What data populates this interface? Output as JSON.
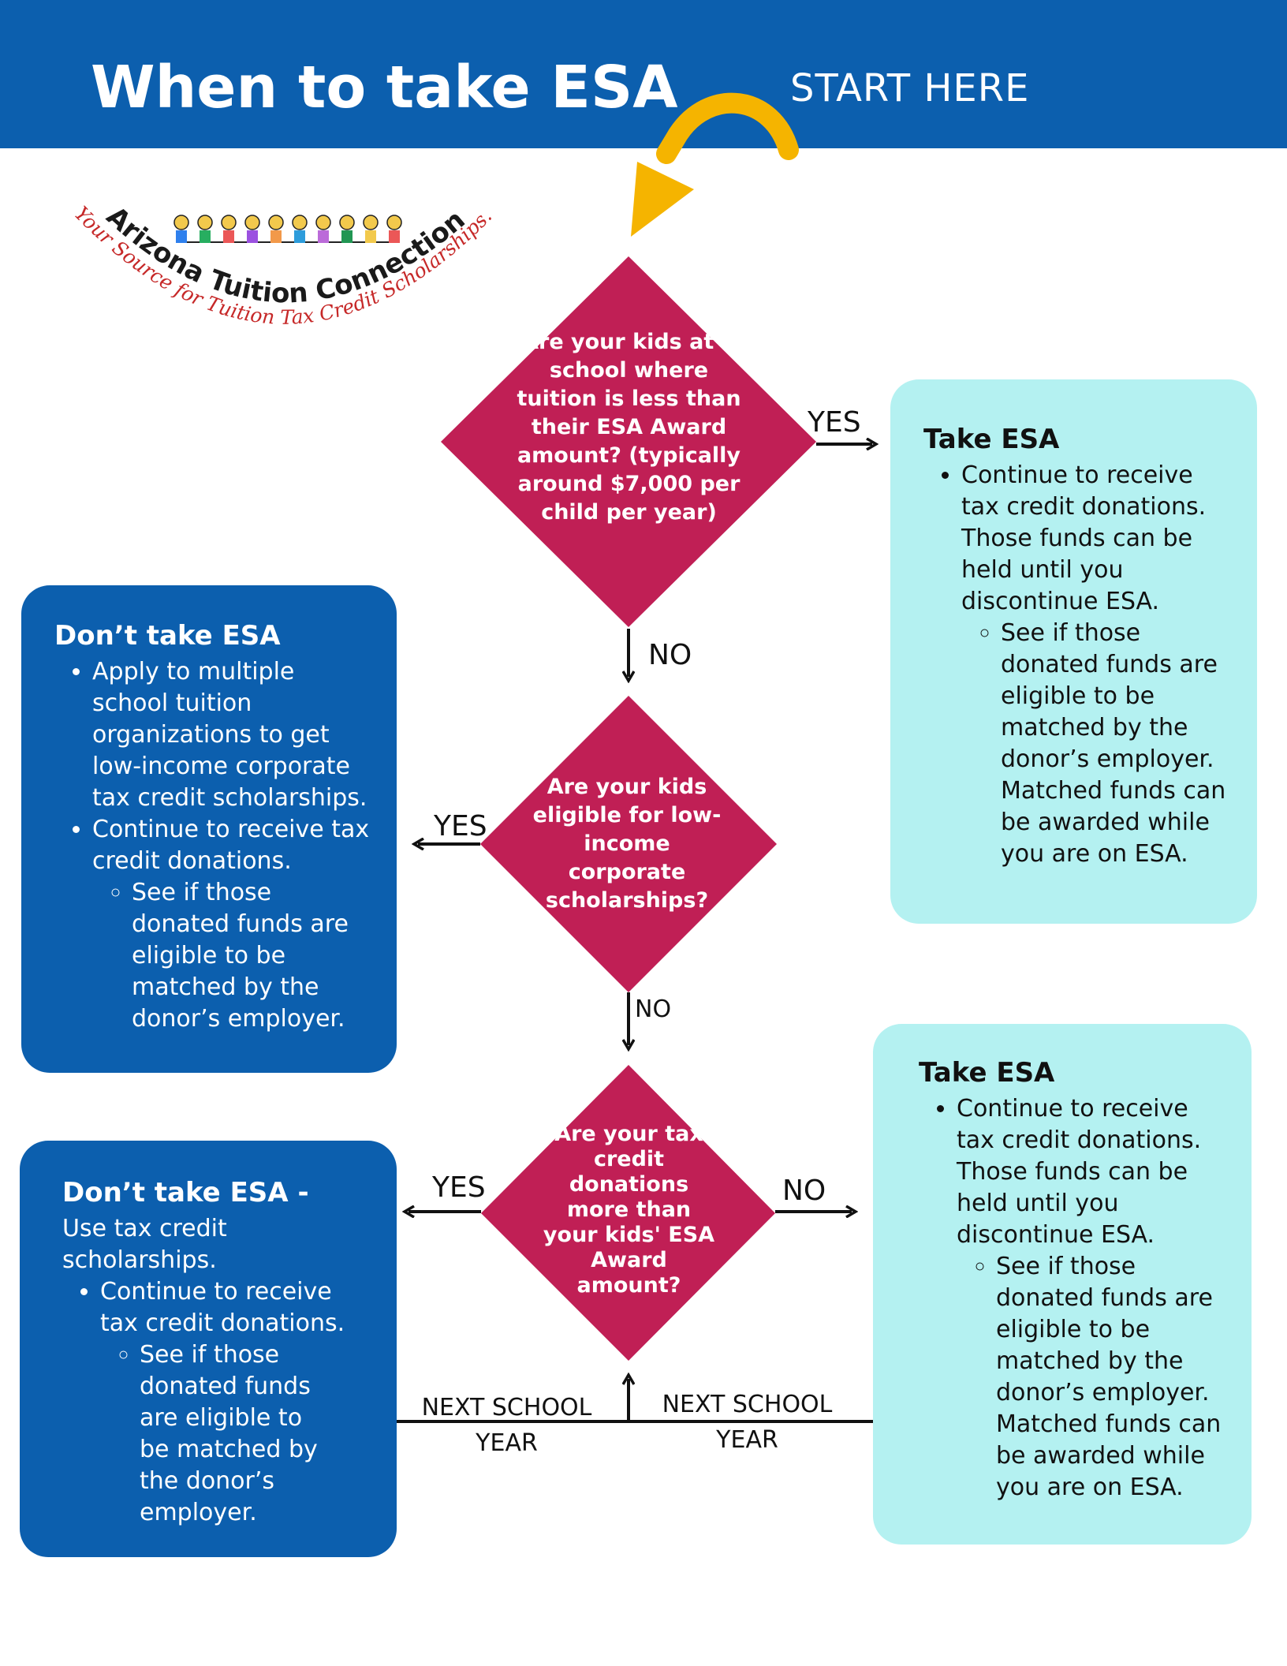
{
  "header": {
    "title": "When to take ESA",
    "start_label": "START HERE"
  },
  "logo": {
    "name_text": "Arizona Tuition Connection",
    "tagline_text": "Your Source for Tuition Tax Credit Scholarships."
  },
  "diamonds": {
    "d1": "Are your kids at a school where tuition is less than their ESA Award amount? (typically around $7,000 per child per year)",
    "d2": "Are your kids eligible for low-income corporate scholarships?",
    "d3": "Are your tax credit donations more than your kids' ESA Award amount?"
  },
  "labels": {
    "d1_yes": "YES",
    "d1_no": "NO",
    "d2_yes": "YES",
    "d2_no": "NO",
    "d3_yes": "YES",
    "d3_no": "NO",
    "next_year_left": "NEXT SCHOOL YEAR",
    "next_year_right": "NEXT SCHOOL YEAR"
  },
  "boxes": {
    "take1": {
      "title": "Take ESA",
      "bullet1": "Continue to receive tax credit donations. Those funds can be held until you discontinue ESA.",
      "sub1": "See if those donated funds are eligible to be matched by the donor’s employer. Matched funds can be awarded while you are on ESA."
    },
    "dont1": {
      "title": "Don’t take ESA",
      "bullet1": "Apply to multiple school tuition organizations to get low-income corporate tax credit scholarships.",
      "bullet2": "Continue to receive tax credit donations.",
      "sub1": "See if those donated funds are eligible to be matched by the donor’s employer."
    },
    "dont2": {
      "title": "Don’t take ESA -",
      "intro": "Use tax credit scholarships.",
      "bullet1": "Continue to receive tax credit donations.",
      "sub1": "See if those donated funds are eligible to be matched by the donor’s employer."
    },
    "take2": {
      "title": "Take ESA",
      "bullet1": "Continue to receive tax credit donations. Those funds can be held until you discontinue ESA.",
      "sub1": "See if those donated funds are eligible to be matched by the donor’s employer. Matched funds can be awarded while you are on ESA."
    }
  },
  "colors": {
    "header_blue": "#0c5fae",
    "diamond_magenta": "#c01f55",
    "box_cyan": "#b4f1f1",
    "arrow_yellow": "#f5b400"
  }
}
